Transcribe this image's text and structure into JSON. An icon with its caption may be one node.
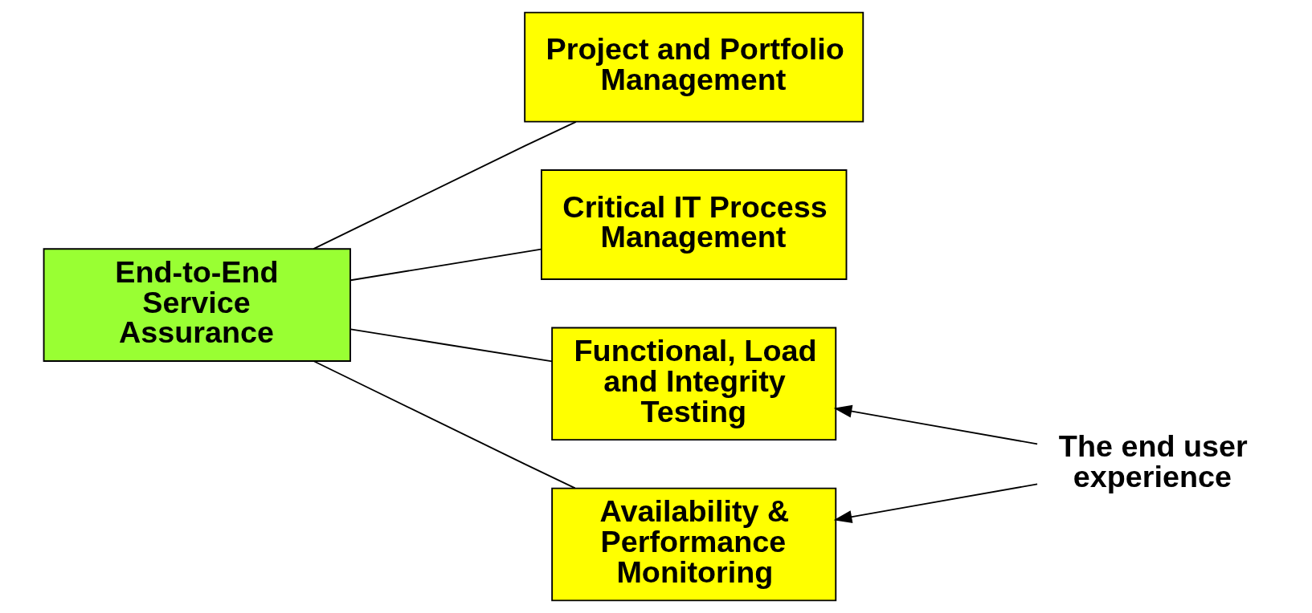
{
  "diagram": {
    "nodes": [
      {
        "text": [
          "End-to-End Service Assurance"
        ]
      },
      {
        "text": [
          "Project and Portfolio Management"
        ]
      },
      {
        "text": [
          "Critical IT Process Management"
        ]
      },
      {
        "text": [
          "Functional, Load and Integrity Testing"
        ]
      },
      {
        "text": [
          "Availability & Performance Monitoring"
        ]
      },
      {
        "text": [
          "The end user experience"
        ]
      }
    ],
    "edges": [
      {
        "from": 0,
        "to": 1,
        "arrow": "none"
      },
      {
        "from": 0,
        "to": 2,
        "arrow": "none"
      },
      {
        "from": 0,
        "to": 3,
        "arrow": "none"
      },
      {
        "from": 0,
        "to": 4,
        "arrow": "none"
      },
      {
        "from": 5,
        "to": 3,
        "arrow": "to"
      },
      {
        "from": 5,
        "to": 4,
        "arrow": "to"
      }
    ]
  }
}
